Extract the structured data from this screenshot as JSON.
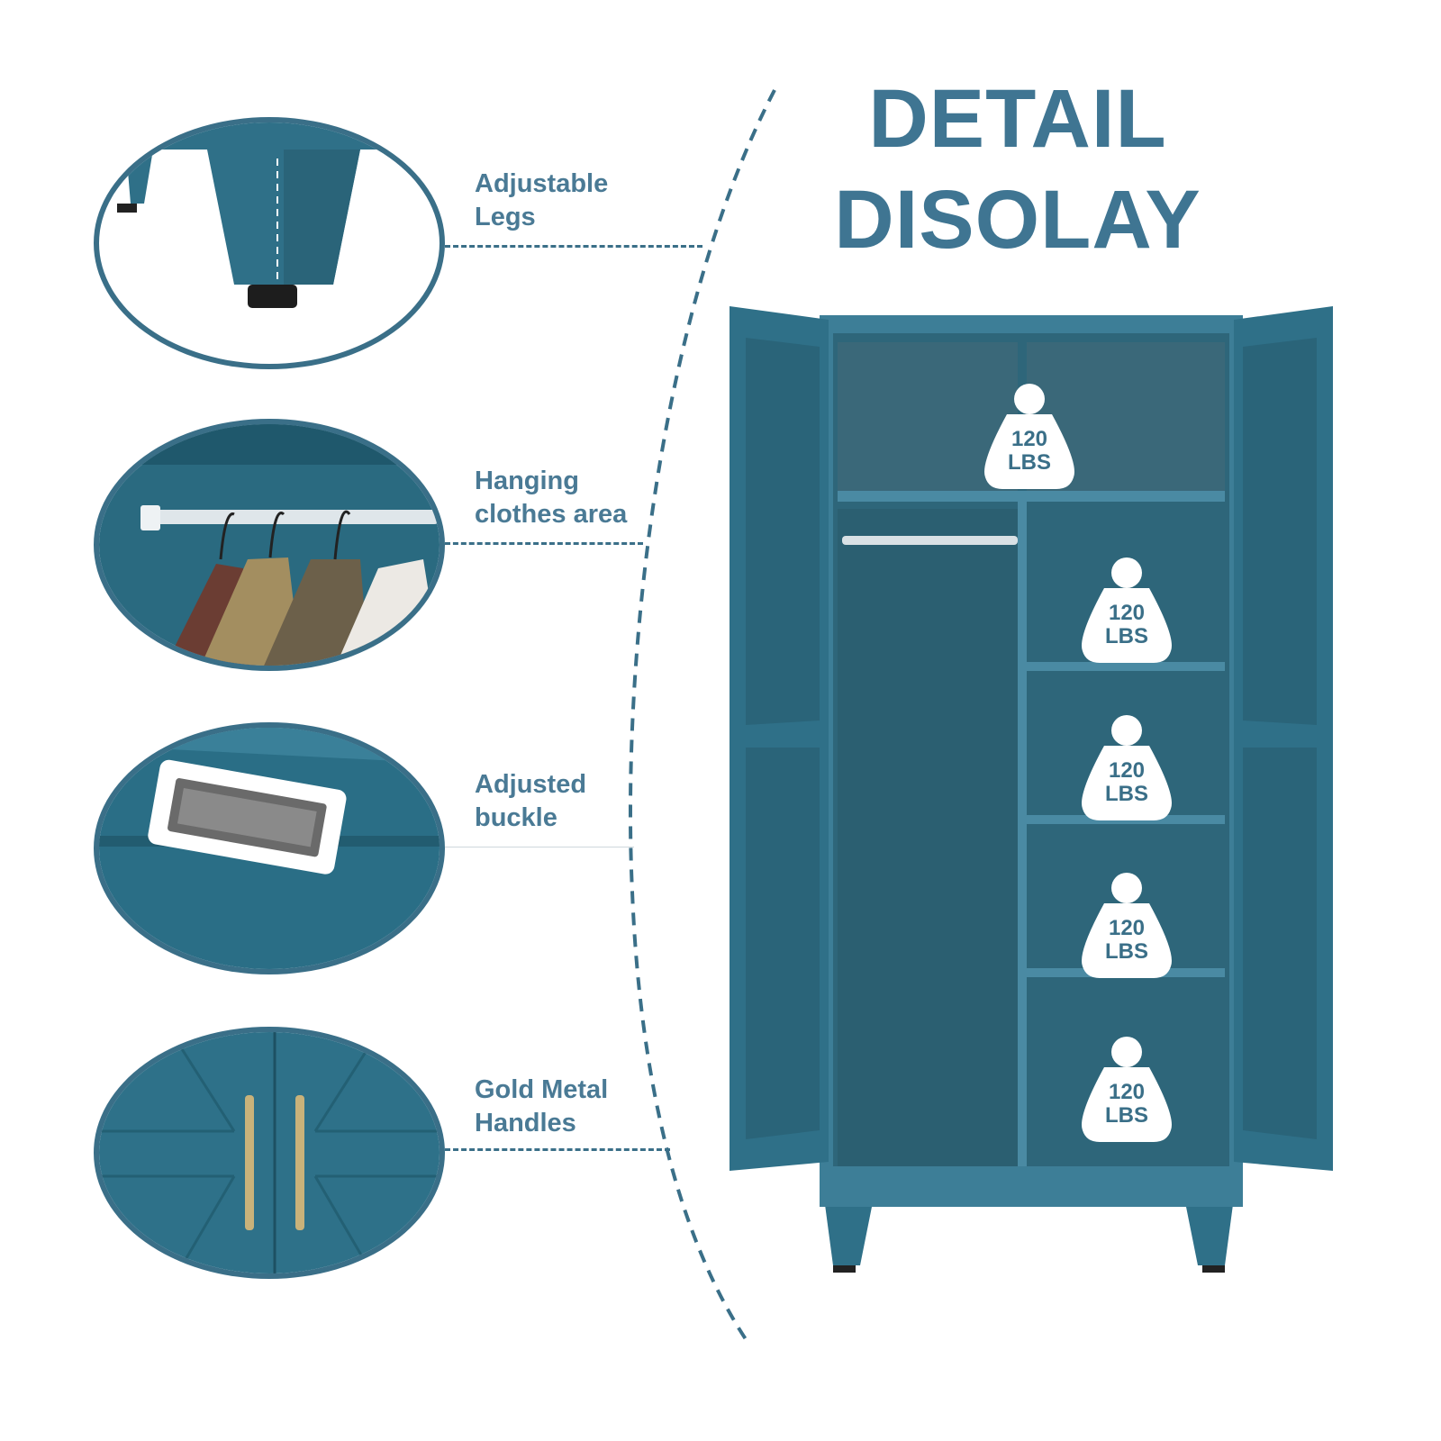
{
  "heading": {
    "line1": "DETAIL",
    "line2": "DISOLAY"
  },
  "features": [
    {
      "line1": "Adjustable",
      "line2": "Legs"
    },
    {
      "line1": "Hanging",
      "line2": "clothes area"
    },
    {
      "line1": "Adjusted",
      "line2": "buckle"
    },
    {
      "line1": "Gold Metal",
      "line2": "Handles"
    }
  ],
  "load_badges": [
    {
      "value": "120",
      "unit": "LBS"
    },
    {
      "value": "120",
      "unit": "LBS"
    },
    {
      "value": "120",
      "unit": "LBS"
    },
    {
      "value": "120",
      "unit": "LBS"
    },
    {
      "value": "120",
      "unit": "LBS"
    }
  ],
  "colors": {
    "accent": "#3f7592",
    "cabinet": "#2f7088",
    "cabinet_dark": "#245a6e",
    "handle_gold": "#c9b27a"
  }
}
